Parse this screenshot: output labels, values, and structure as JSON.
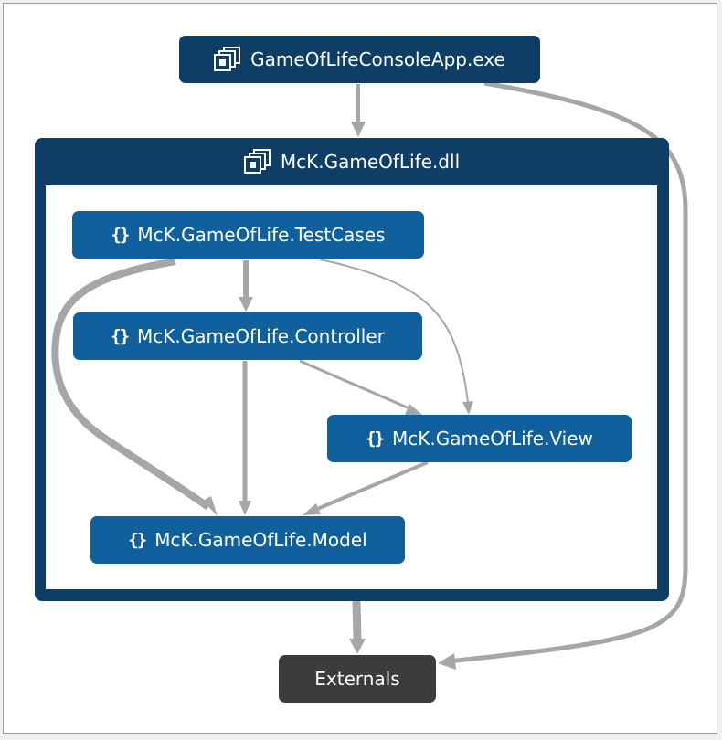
{
  "diagram": {
    "nodes": {
      "exe": {
        "label": "GameOfLifeConsoleApp.exe",
        "icon": "assembly-icon"
      },
      "dll": {
        "label": "McK.GameOfLife.dll",
        "icon": "assembly-icon"
      },
      "testcases": {
        "label": "McK.GameOfLife.TestCases",
        "icon": "namespace-icon"
      },
      "controller": {
        "label": "McK.GameOfLife.Controller",
        "icon": "namespace-icon"
      },
      "view": {
        "label": "McK.GameOfLife.View",
        "icon": "namespace-icon"
      },
      "model": {
        "label": "McK.GameOfLife.Model",
        "icon": "namespace-icon"
      },
      "externals": {
        "label": "Externals"
      }
    },
    "namespace_icon_glyph": "{}",
    "edges": [
      {
        "from": "exe",
        "to": "dll"
      },
      {
        "from": "exe",
        "to": "externals"
      },
      {
        "from": "testcases",
        "to": "controller"
      },
      {
        "from": "testcases",
        "to": "view"
      },
      {
        "from": "testcases",
        "to": "model"
      },
      {
        "from": "controller",
        "to": "view"
      },
      {
        "from": "controller",
        "to": "model"
      },
      {
        "from": "view",
        "to": "model"
      },
      {
        "from": "dll",
        "to": "externals"
      }
    ],
    "colors": {
      "assembly": "#0e3d66",
      "namespace": "#10609e",
      "externals": "#3c3c3c",
      "edge": "#a6a6a6"
    }
  }
}
